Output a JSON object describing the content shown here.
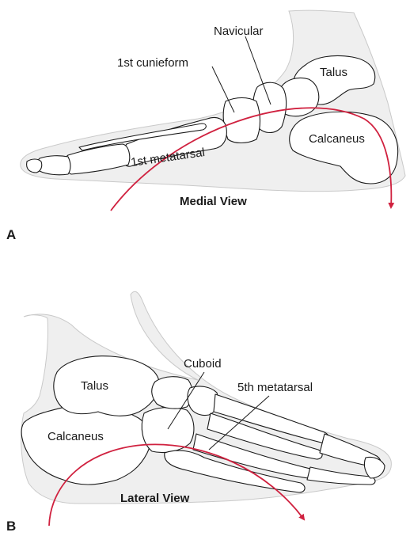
{
  "panels": [
    {
      "letter": "A",
      "view_title": "Medial View",
      "labels": {
        "navicular": "Navicular",
        "cuneiform": "1st cunieform",
        "talus": "Talus",
        "metatarsal": "1st metatarsal",
        "calcaneus": "Calcaneus"
      }
    },
    {
      "letter": "B",
      "view_title": "Lateral View",
      "labels": {
        "cuboid": "Cuboid",
        "metatarsal": "5th metatarsal",
        "talus": "Talus",
        "calcaneus": "Calcaneus"
      }
    }
  ],
  "colors": {
    "arch_arrow": "#d0213f",
    "bone_outline": "#1a1a1a",
    "skin": "#efefef"
  }
}
